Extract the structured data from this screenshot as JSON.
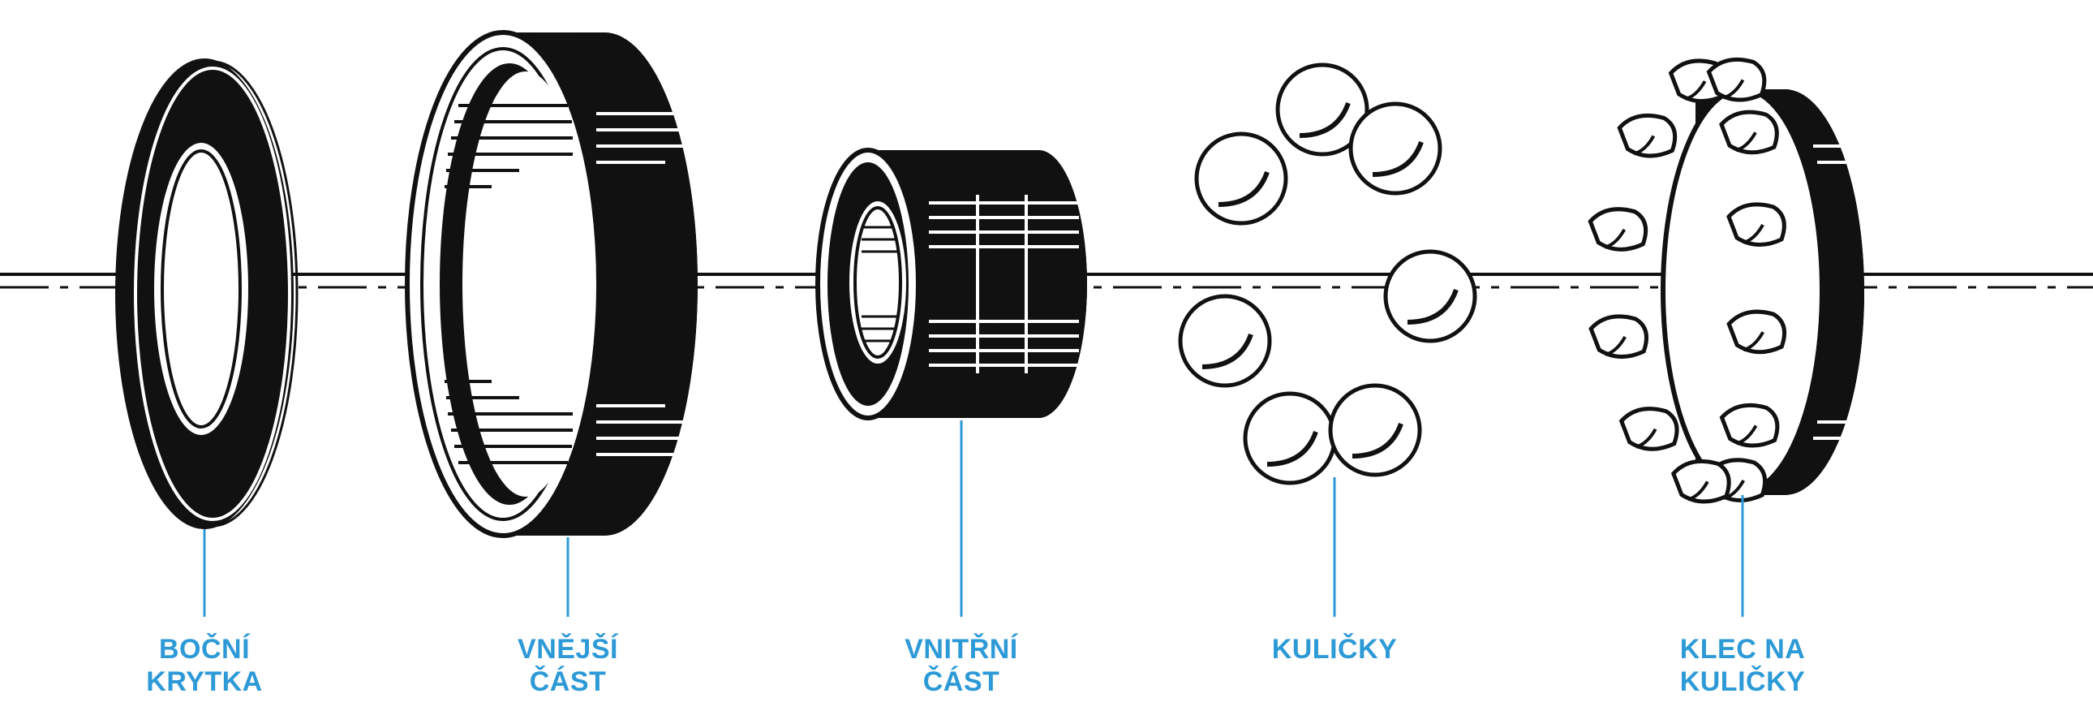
{
  "colors": {
    "ink": "#111111",
    "paper": "#ffffff",
    "leader": "#2d9ad7",
    "label": "#2d9ad7"
  },
  "parts": [
    {
      "id": "side-cover",
      "lines": [
        "BOČNÍ",
        "KRYTKA"
      ]
    },
    {
      "id": "outer-race",
      "lines": [
        "VNĚJŠÍ",
        "ČÁST"
      ]
    },
    {
      "id": "inner-race",
      "lines": [
        "VNITŘNÍ",
        "ČÁST"
      ]
    },
    {
      "id": "balls",
      "lines": [
        "KULIČKY"
      ]
    },
    {
      "id": "ball-cage",
      "lines": [
        "KLEC NA",
        "KULIČKY"
      ]
    }
  ]
}
